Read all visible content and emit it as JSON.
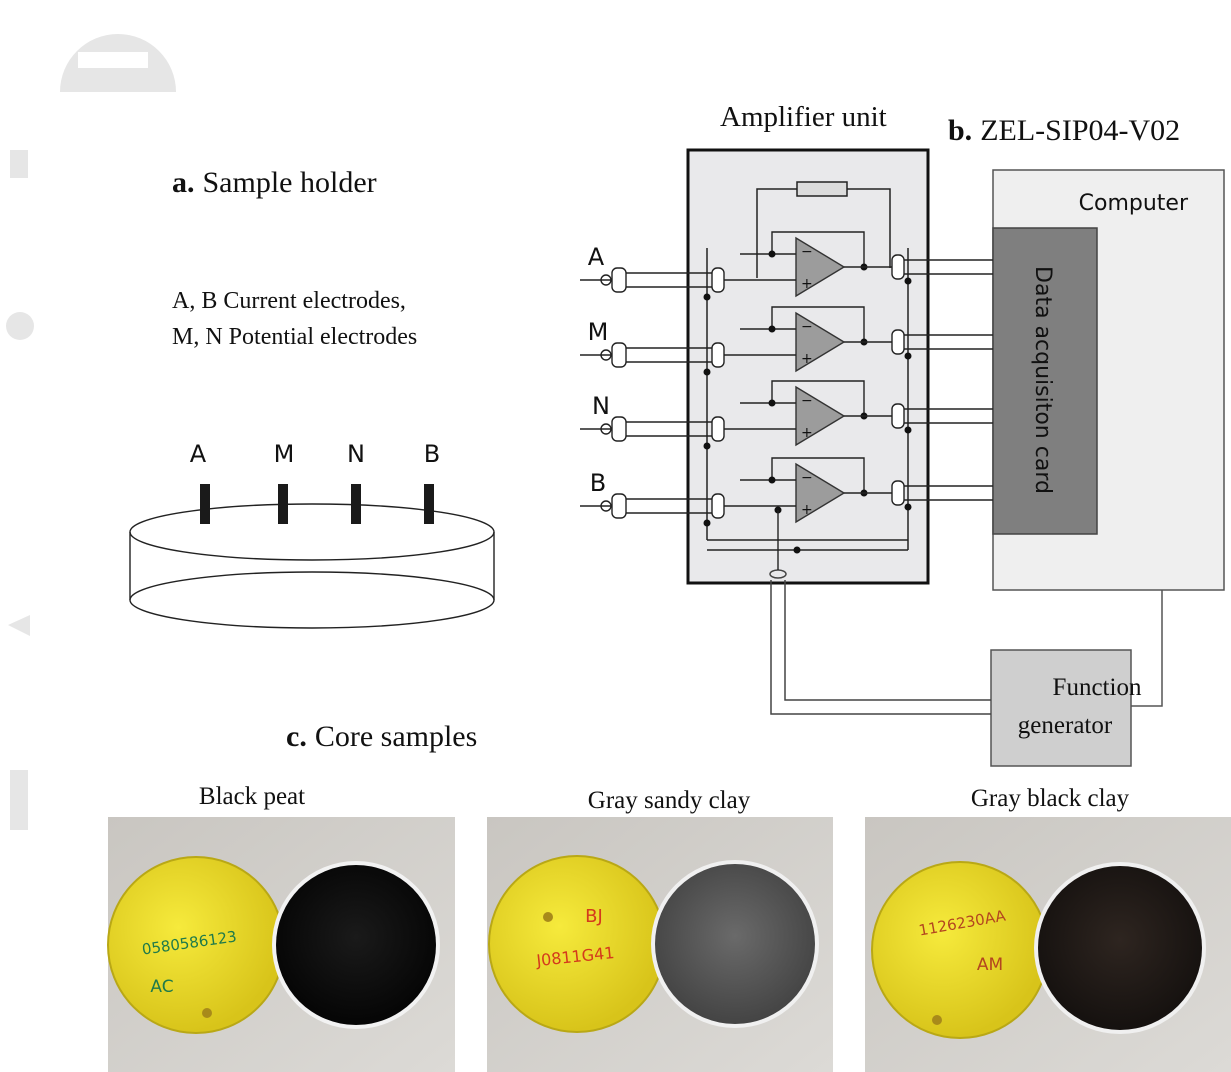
{
  "panel_a": {
    "letter": "a.",
    "title": "Sample holder",
    "legend_line1": "A, B Current electrodes,",
    "legend_line2": "M, N Potential electrodes",
    "electrodes": [
      "A",
      "M",
      "N",
      "B"
    ]
  },
  "panel_b": {
    "letter": "b.",
    "title": "ZEL-SIP04-V02",
    "amplifier_label": "Amplifier unit",
    "computer_label": "Computer",
    "daq_label": "Data acquisiton card",
    "function_gen_line1": "Function",
    "function_gen_line2": "generator",
    "channels": [
      "A",
      "M",
      "N",
      "B"
    ]
  },
  "panel_c": {
    "letter": "c.",
    "title": "Core samples",
    "samples": [
      {
        "name": "Black peat",
        "cap_line1": "0580586123",
        "cap_line2": "AC",
        "ink": "#1f7a4a"
      },
      {
        "name": "Gray sandy clay",
        "cap_line1": "BJ",
        "cap_line2": "J0811G41",
        "ink": "#d43a1c"
      },
      {
        "name": "Gray black clay",
        "cap_line1": "1126230AA",
        "cap_line2": "AM",
        "ink": "#b3451f"
      }
    ]
  },
  "colors": {
    "amp_fill": "#e8e8ea",
    "computer_fill": "#ececec",
    "daq_fill": "#7d7d7d",
    "opamp_fill": "#9a9a9a",
    "cap_yellow": "#f1e22a"
  }
}
